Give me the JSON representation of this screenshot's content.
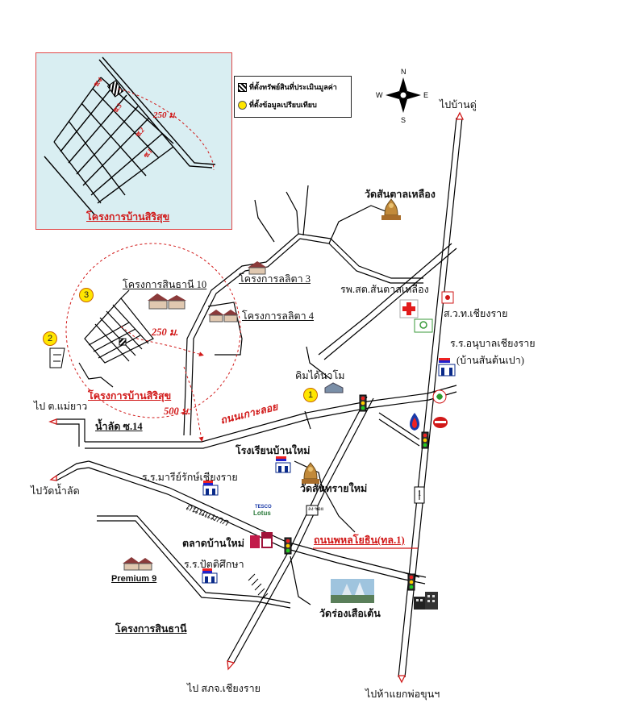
{
  "legend": {
    "subject_property": "ที่ตั้งทรัพย์สินที่ประเมินมูลค่า",
    "comparable": "ที่ตั้งข้อมูลเปรียบเทียบ"
  },
  "compass": {
    "n": "N",
    "s": "S",
    "e": "E",
    "w": "W"
  },
  "inset": {
    "project_name": "โครงการบ้านสิริสุข",
    "distance": "250 ม.",
    "lane_labels": [
      "ซ.4",
      "ซ.3",
      "ซ.2",
      "ซ.1"
    ]
  },
  "markers": [
    "1",
    "2",
    "3"
  ],
  "labels": {
    "to_ban_du": "ไปบ้านดู่",
    "wat_san_tan_luang": "วัดสันตาลเหลือง",
    "lalita_3": "โครงการลลิตา 3",
    "lalita_4": "โครงการลลิตา 4",
    "sinthani_10": "โครงการสินธานี 10",
    "hospital": "รพ.สต.สันตาลเหลือง",
    "revenue_office": "ส.ว.ท.เชียงราย",
    "kindergarten_line1": "ร.ร.อนุบาลเชียงราย",
    "kindergarten_line2": "(บ้านสันต้นเปา)",
    "condo": "คิมได้นาโม",
    "dist_250": "250 ม.",
    "dist_500": "500 ม.",
    "sirisuk": "โครงการบ้านสิริสุข",
    "to_mae_yao": "ไป ต.แม่ยาว",
    "nam_lat": "น้ำลัด ซ.14",
    "road_ka_sa_long": "ถนนเกาะลอย",
    "school_ban_mai": "โรงเรียนบ้านใหม่",
    "school_mary": "ร.ร.มารีย์รักษ์เชียงราย",
    "to_wat_nam_lat": "ไปวัดน้ำลัด",
    "wat_san_sai_mai": "วัดสันทรายใหม่",
    "road_maek": "ถนนแมกก",
    "phahon_road": "ถนนพหลโยธิน(ทล.1)",
    "market_ban_mai": "ตลาดบ้านใหม่",
    "school_pati": "ร.ร.ปัตติศึกษา",
    "premium_9": "Premium 9",
    "wat_rong_suea_ten": "วัดร่องเสือเต้น",
    "sinthani": "โครงการสินธานี",
    "to_school_cr": "ไป สภจ.เชียงราย",
    "to_intersection": "ไปห้าแยกพ่อขุนฯ",
    "tesco": "TESCO",
    "lotus": "Lotus",
    "gas_sign": "ลง ซอย",
    "route_no": "1"
  },
  "colors": {
    "road": "#000000",
    "red": "#d11919",
    "marker": "#ffe600",
    "inset_bg": "#d9eef2"
  }
}
